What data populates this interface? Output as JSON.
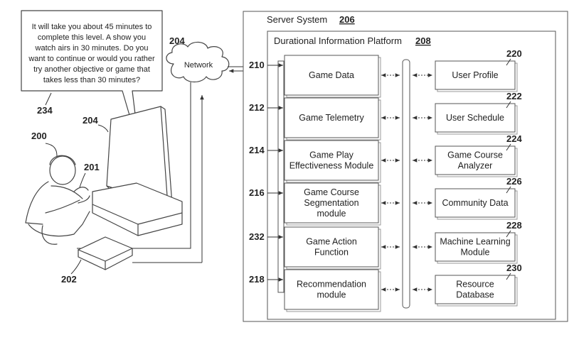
{
  "speech_bubble": {
    "lines": [
      "It will take you about 45 minutes to",
      "complete this level.  A show you",
      "watch airs in 30 minutes.  Do you",
      "want to continue or would you rather",
      "try another objective or game that",
      "takes less than 30 minutes?"
    ],
    "ref": "234"
  },
  "network": {
    "label": "Network",
    "ref": "204"
  },
  "figure_refs": {
    "user": "200",
    "controller": "201",
    "display": "204",
    "console": "202"
  },
  "server": {
    "label": "Server System",
    "ref": "206"
  },
  "platform": {
    "label": "Durational Information Platform",
    "ref": "208"
  },
  "left_modules": [
    {
      "lines": [
        "Game Data"
      ],
      "ref": "210"
    },
    {
      "lines": [
        "Game Telemetry"
      ],
      "ref": "212"
    },
    {
      "lines": [
        "Game Play",
        "Effectiveness Module"
      ],
      "ref": "214"
    },
    {
      "lines": [
        "Game Course",
        "Segmentation",
        "module"
      ],
      "ref": "216"
    },
    {
      "lines": [
        "Game Action",
        "Function"
      ],
      "ref": "232"
    },
    {
      "lines": [
        "Recommendation",
        "module"
      ],
      "ref": "218"
    }
  ],
  "right_modules": [
    {
      "lines": [
        "User Profile"
      ],
      "ref": "220"
    },
    {
      "lines": [
        "User Schedule"
      ],
      "ref": "222"
    },
    {
      "lines": [
        "Game Course",
        "Analyzer"
      ],
      "ref": "224"
    },
    {
      "lines": [
        "Community Data"
      ],
      "ref": "226"
    },
    {
      "lines": [
        "Machine Learning",
        "Module"
      ],
      "ref": "228"
    },
    {
      "lines": [
        "Resource",
        "Database"
      ],
      "ref": "230"
    }
  ]
}
